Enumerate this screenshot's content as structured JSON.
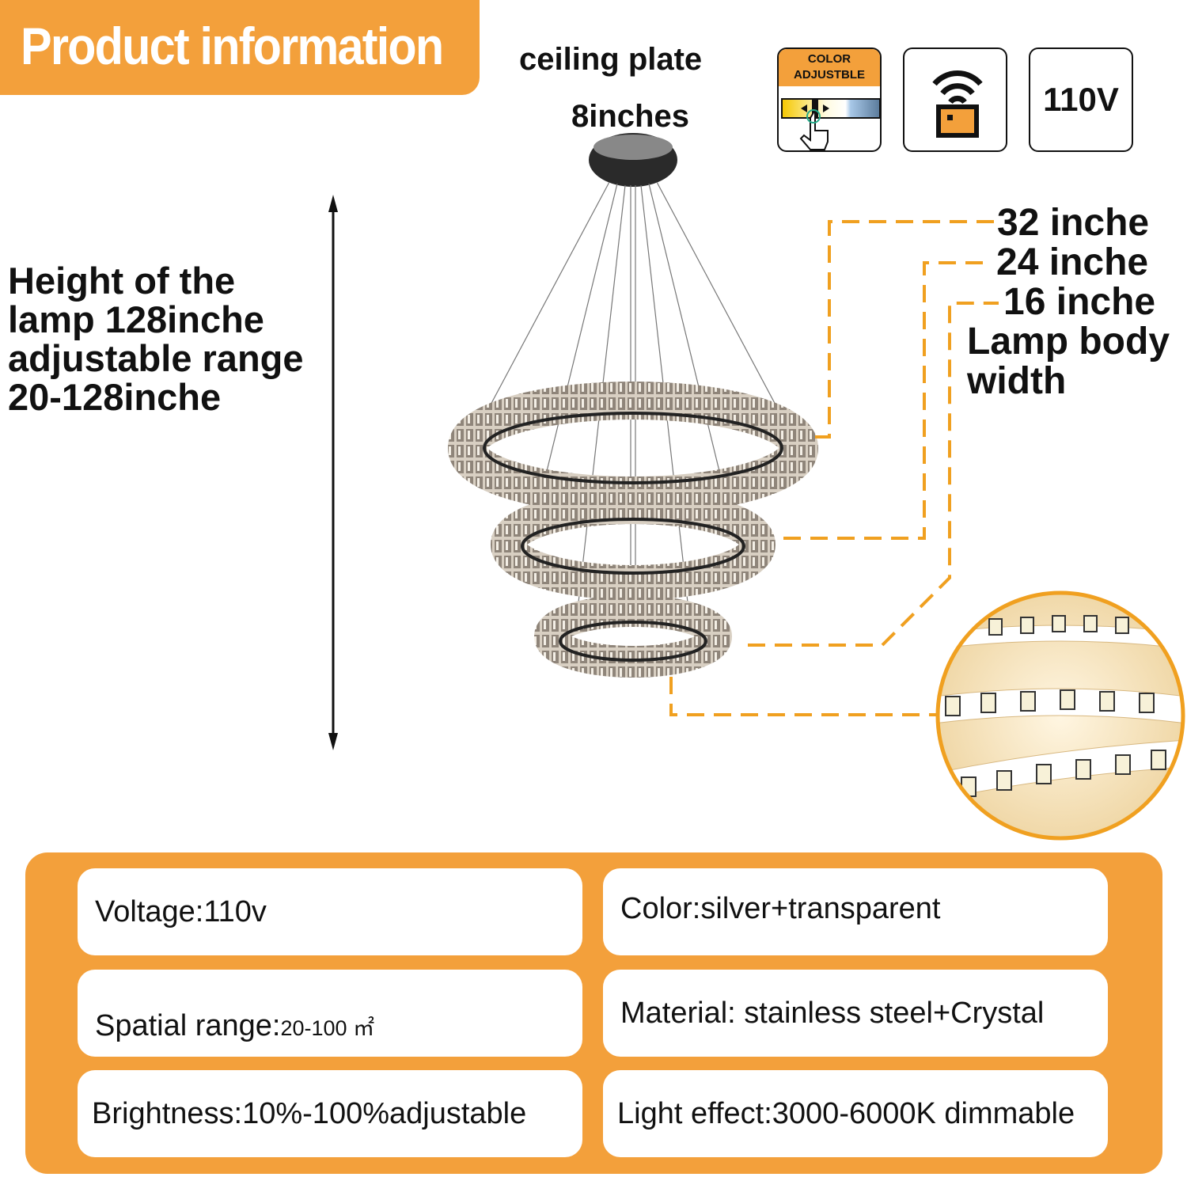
{
  "header": {
    "title": "Product information"
  },
  "ceiling_plate": {
    "line1": "ceiling plate",
    "line2": "8inches"
  },
  "feature_icons": [
    {
      "name": "color-adjustable-icon",
      "label_line1": "COLOR",
      "label_line2": "ADJUSTBLE"
    },
    {
      "name": "remote-control-icon"
    },
    {
      "name": "voltage-icon",
      "label": "110V"
    }
  ],
  "dimensions": {
    "ring_large": "32 inche",
    "ring_medium": "24 inche",
    "ring_small": "16 inche",
    "caption_line1": "Lamp body",
    "caption_line2": "width"
  },
  "height_info": {
    "line1": "Height of the",
    "line2": "lamp 128inche",
    "line3": "adjustable range",
    "line4": "20-128inche"
  },
  "specs": [
    {
      "label": "Voltage:",
      "value": "110v"
    },
    {
      "label": "Color:",
      "value": "silver+transparent"
    },
    {
      "label": "Spatial range:",
      "value": "20-100 ㎡"
    },
    {
      "label": "Material: ",
      "value": "stainless steel+Crystal"
    },
    {
      "label": "Brightness:",
      "value": "10%-100%adjustable"
    },
    {
      "label": "Light effect:",
      "value": "3000-6000K dimmable"
    }
  ],
  "colors": {
    "accent": "#f3a03b",
    "text": "#111111",
    "leader": "#f0a020"
  }
}
